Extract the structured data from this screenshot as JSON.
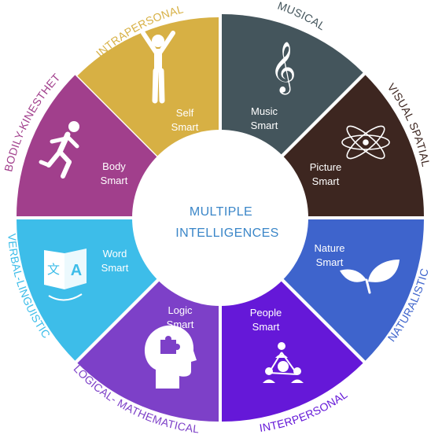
{
  "title": {
    "line1": "MULTIPLE",
    "line2": "INTELLIGENCES"
  },
  "colors": {
    "self": "#d7b044",
    "music": "#44555c",
    "picture": "#3d2620",
    "nature": "#3e64cc",
    "people": "#6518d8",
    "logic": "#7d40c8",
    "word": "#3dbde9",
    "body": "#a13f8c",
    "center": "#ffffff",
    "title": "#3a86c8"
  },
  "segments": [
    {
      "key": "self",
      "label1": "Self",
      "label2": "Smart",
      "icon": "person-arms-up-icon",
      "outer": "INTRAPERSONAL"
    },
    {
      "key": "music",
      "label1": "Music",
      "label2": "Smart",
      "icon": "treble-clef-icon",
      "outer": "MUSICAL"
    },
    {
      "key": "picture",
      "label1": "Picture",
      "label2": "Smart",
      "icon": "atom-icon",
      "outer": "VISUAL SPATIAL"
    },
    {
      "key": "nature",
      "label1": "Nature",
      "label2": "Smart",
      "icon": "leaves-icon",
      "outer": "NATURALISTIC"
    },
    {
      "key": "people",
      "label1": "People",
      "label2": "Smart",
      "icon": "people-network-icon",
      "outer": "INTERPERSONAL"
    },
    {
      "key": "logic",
      "label1": "Logic",
      "label2": "Smart",
      "icon": "head-puzzle-icon",
      "outer": "LOGICAL- MATHEMATICAL"
    },
    {
      "key": "word",
      "label1": "Word",
      "label2": "Smart",
      "icon": "translate-icon",
      "outer": "VERBAL-LINGUISTIC"
    },
    {
      "key": "body",
      "label1": "Body",
      "label2": "Smart",
      "icon": "running-person-icon",
      "outer": "BODILY-KINESTHETIC"
    }
  ]
}
